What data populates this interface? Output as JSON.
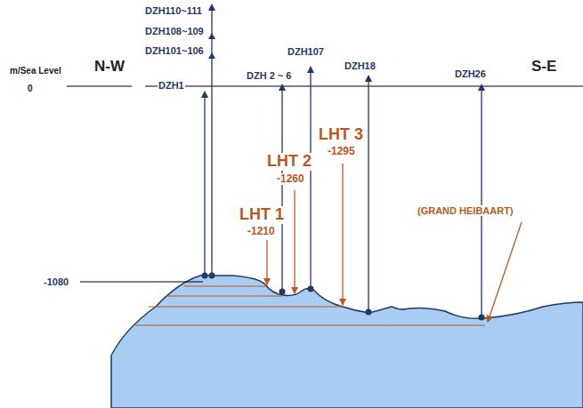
{
  "diagram": {
    "labels": [
      "m/Sea Level",
      "0",
      "N-W",
      "S-E",
      "DZH110~111",
      "DZH108~109",
      "DZH101~106",
      "DZH1",
      "DZH 2 ~ 6",
      "DZH107",
      "DZH18",
      "DZH26",
      "LHT 3",
      "-1295",
      "LHT 2",
      "-1260",
      "LHT 1",
      "-1210",
      "-1080",
      "(GRAND HEIBAART)"
    ]
  }
}
